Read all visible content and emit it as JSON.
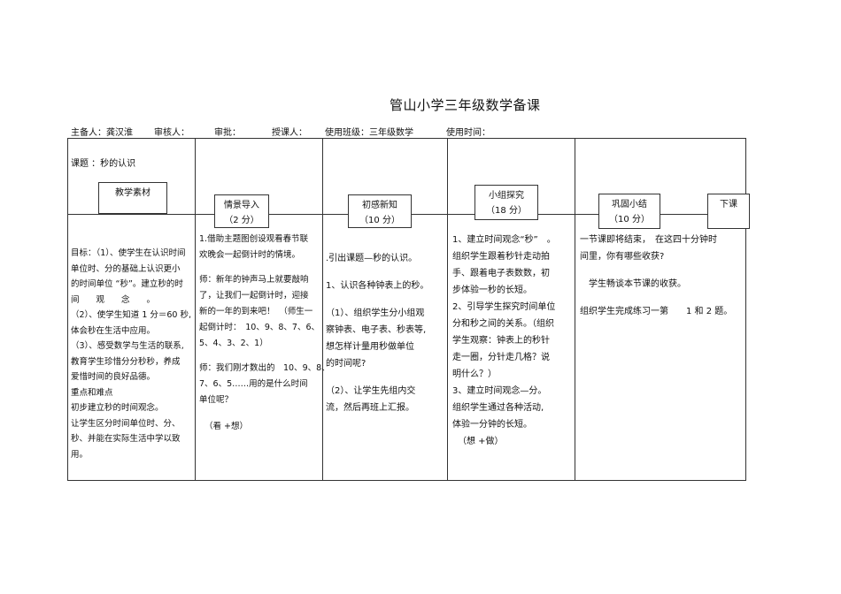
{
  "header": {
    "title": "管山小学三年级数学备课",
    "preparer": "主备人：龚汉淮",
    "reviewer": "审核人：",
    "approval": "审批：",
    "teacher": "授课人：",
    "class": "使用班级：三年级数学",
    "time": "使用时间："
  },
  "topic": "课题 ：秒的认识",
  "stages": [
    {
      "label": "教学素材",
      "sub": ""
    },
    {
      "label": "情景导入",
      "sub": "（2 分）"
    },
    {
      "label": "初感新知",
      "sub": "（10 分）"
    },
    {
      "label": "小组探究",
      "sub": "（18 分）"
    },
    {
      "label": "巩固小结",
      "sub": "（10 分）"
    },
    {
      "label": "下课",
      "sub": ""
    }
  ],
  "columns": {
    "materials": [
      "目标：（1）、使学生在认识时间",
      "单位时、分的基础上认识更小",
      "的时间单位 “秒”。建立秒的时",
      "间　　观　　念　　。",
      "（2）、使学生知道 1 分＝60 秒,",
      "体会秒在生活中应用。",
      "（3）、感受数学与生活的联系,",
      "教育学生珍惜分分秒秒，养成",
      "爱惜时间的良好品德。",
      "重点和难点",
      "初步建立秒的时间观念。",
      "让学生区分时间单位时、分、",
      "秒、并能在实际生活中学以致",
      "用。"
    ],
    "intro": [
      "1.借助主题图创设观看春节联",
      "欢晚会一起倒计时的情境。",
      "",
      "师：新年的钟声马上就要敲响",
      "了，让我们一起倒计时，迎接",
      "新的一年的到来吧！　（师生一",
      "起倒计时：　10、9、8、7、6、",
      "5、4、3、2、1）",
      "",
      "师：我们刚才数出的　10、9、8、",
      "7、6、5……用的是什么时间",
      "单位呢？",
      "",
      "（看 +想）"
    ],
    "new_knowledge": [
      ".引出课题—秒的认识。",
      "",
      "1、认识各种钟表上的秒。",
      "",
      "（1）、组织学生分小组观",
      "察钟表、电子表、秒表等,",
      "想怎样计量用秒做单位",
      "的时间呢?",
      "",
      "（2）、让学生先组内交",
      "流，然后再班上汇报。"
    ],
    "explore": [
      "1、建立时间观念“秒”　。",
      "组织学生跟着秒针走动拍",
      "手、跟着电子表数数，初",
      "步体验一秒的长短。",
      "2、引导学生探究时间单位",
      "分和秒之间的关系。（组织",
      "学生观察：钟表上的秒针",
      "走一圈，分针走几格？说",
      "明什么？）",
      "3、建立时间观念—分。",
      "组织学生通过各种活动,",
      "体验一分钟的长短。",
      "（想 +做）"
    ],
    "summary": [
      "一节课即将结束，　在这四十分钟时",
      "间里，你有哪些收获?",
      "",
      "　学生畅谈本节课的收获。",
      "",
      "组织学生完成练习一第　　1 和 2 题。"
    ]
  }
}
